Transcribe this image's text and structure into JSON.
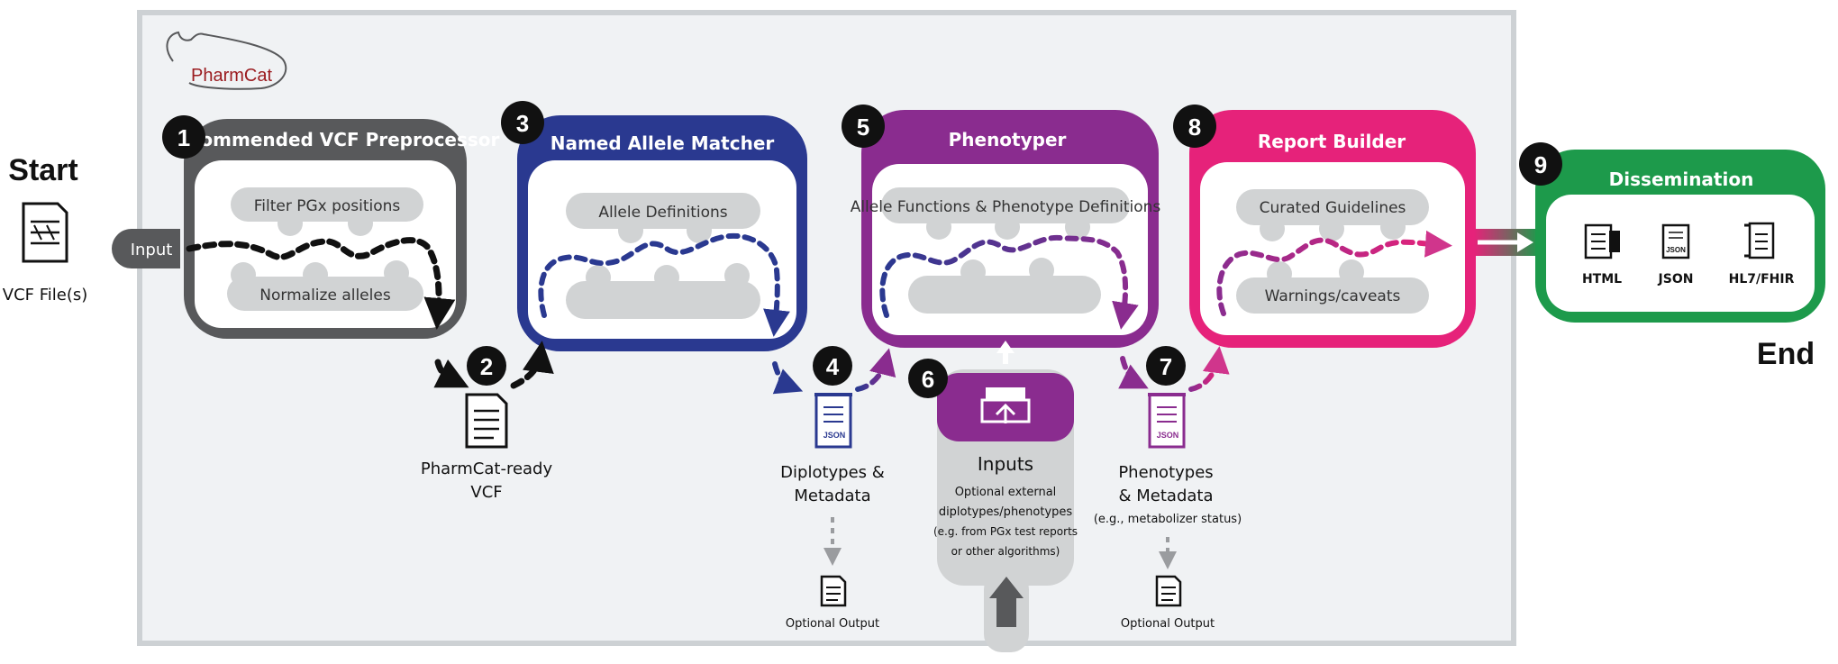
{
  "logo": {
    "text": "PharmCat"
  },
  "start_label": "Start",
  "end_label": "End",
  "vcf_file_label": "VCF File(s)",
  "input_tab_label": "Input",
  "steps": [
    {
      "number": "1",
      "title": "Recommended VCF Preprocessor",
      "pill_top": "Filter PGx positions",
      "pill_bottom": "Normalize alleles",
      "color": "#58595b"
    },
    {
      "number": "3",
      "title": "Named Allele Matcher",
      "pill_top": "Allele Definitions",
      "pill_bottom": "",
      "color": "#2a3990"
    },
    {
      "number": "5",
      "title": "Phenotyper",
      "pill_top": "Allele Functions & Phenotype Definitions",
      "pill_bottom": "",
      "color": "#8a2c8f"
    },
    {
      "number": "8",
      "title": "Report Builder",
      "pill_top": "Curated Guidelines",
      "pill_bottom": "Warnings/caveats",
      "color": "#e6227a"
    },
    {
      "number": "9",
      "title": "Dissemination",
      "color": "#1d9a4b"
    }
  ],
  "dissemination_outputs": [
    "HTML",
    "JSON",
    "HL7/FHIR"
  ],
  "step2": {
    "number": "2",
    "label_line1": "PharmCat-ready",
    "label_line2": "VCF"
  },
  "step4": {
    "number": "4",
    "label_line1": "Diplotypes &",
    "label_line2": "Metadata",
    "optional": "Optional Output"
  },
  "step6": {
    "number": "6",
    "title": "Inputs",
    "desc_lines": [
      "Optional external",
      "diplotypes/phenotypes",
      "(e.g. from PGx test reports",
      "or other algorithms)"
    ]
  },
  "step7": {
    "number": "7",
    "label_line1": "Phenotypes",
    "label_line2": "& Metadata",
    "note": "(e.g., metabolizer status)",
    "optional": "Optional Output"
  },
  "json_badge": "JSON",
  "colors": {
    "panel_bg": "#f0f2f4",
    "panel_border": "#cdd1d4",
    "pill": "#d1d3d4",
    "logo_red": "#9b1c20",
    "black": "#111111"
  }
}
